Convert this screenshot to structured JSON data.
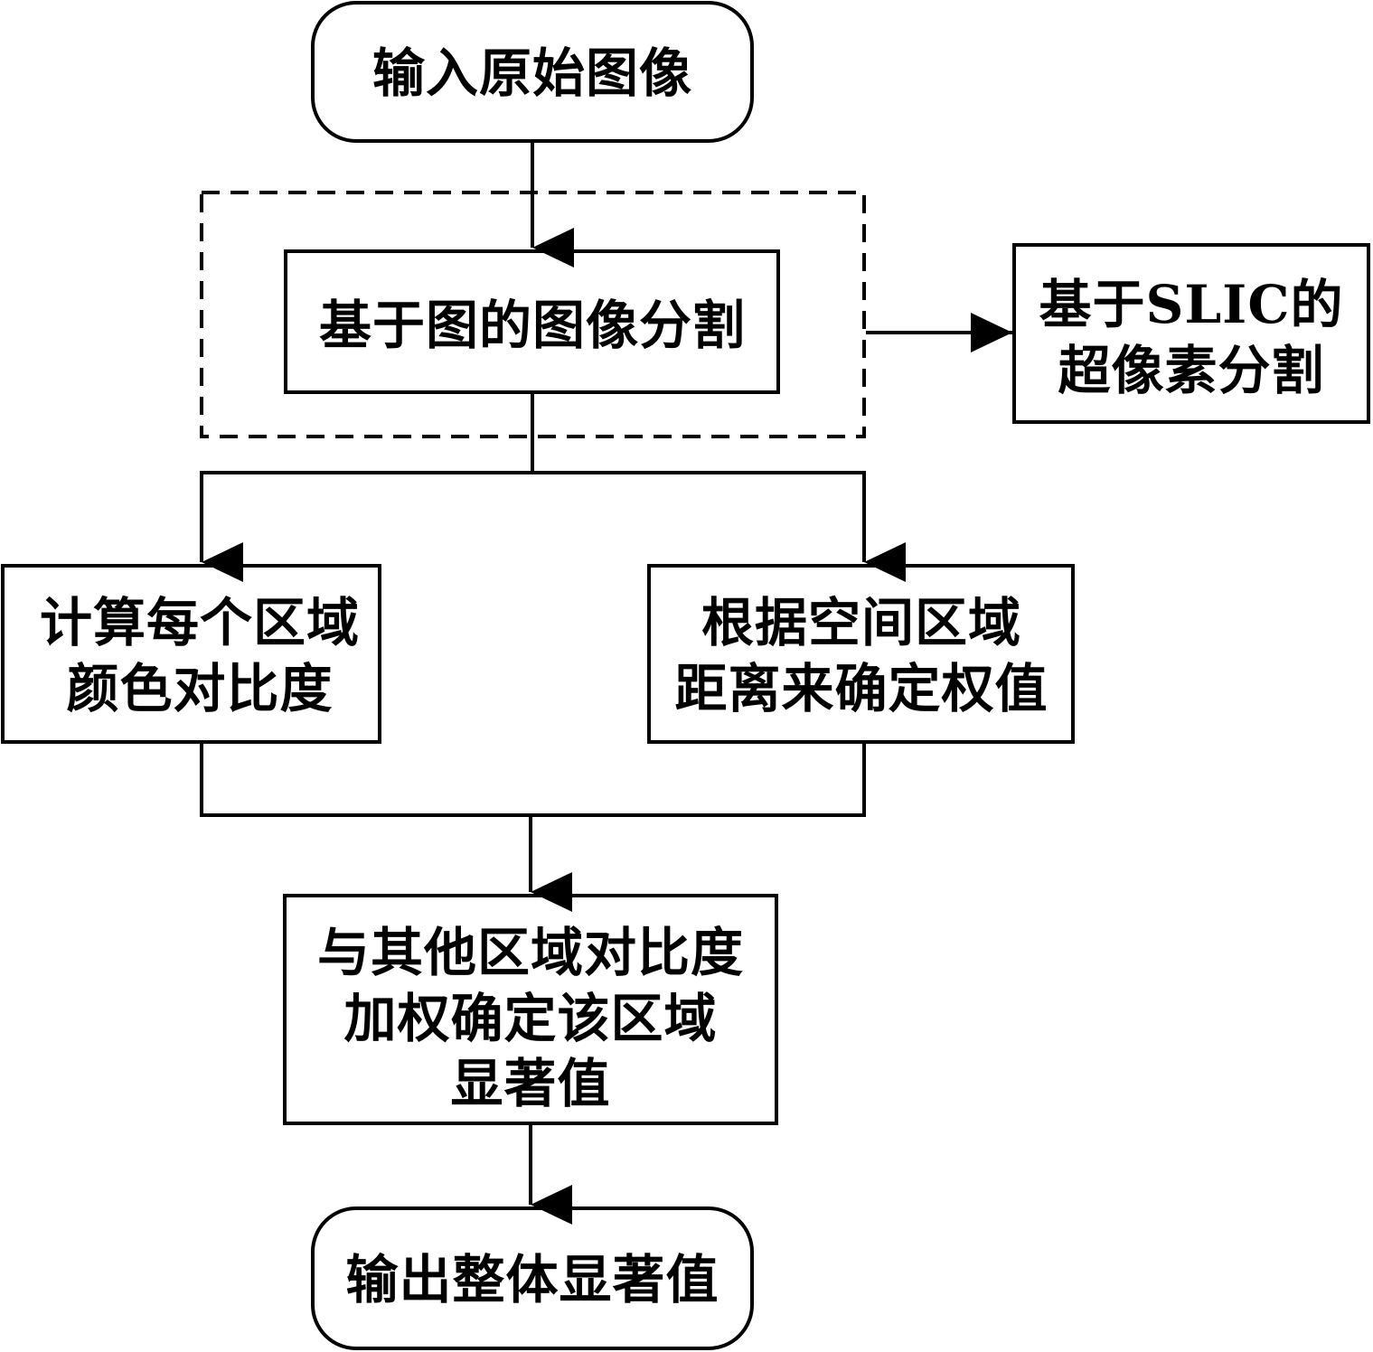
{
  "diagram": {
    "type": "flowchart",
    "colors": {
      "stroke": "#000000",
      "background": "#ffffff"
    },
    "nodes": {
      "start": {
        "shape": "rounded-rectangle",
        "lines": [
          "输入原始图像"
        ]
      },
      "graph_segmentation": {
        "shape": "rectangle",
        "lines": [
          "基于图的图像分割"
        ]
      },
      "slic_superpixel": {
        "shape": "rectangle",
        "lines": [
          "基于SLIC的",
          "超像素分割"
        ]
      },
      "color_contrast": {
        "shape": "rectangle",
        "lines": [
          "计算每个区域",
          "颜色对比度"
        ]
      },
      "spatial_weight": {
        "shape": "rectangle",
        "lines": [
          "根据空间区域",
          "距离来确定权值"
        ]
      },
      "region_saliency": {
        "shape": "rectangle",
        "lines": [
          "与其他区域对比度",
          "加权确定该区域",
          "显著值"
        ]
      },
      "output": {
        "shape": "rounded-rectangle",
        "lines": [
          "输出整体显著值"
        ]
      }
    },
    "groups": [
      {
        "id": "segmentation_group",
        "style": "dashed",
        "contains": [
          "graph_segmentation"
        ]
      }
    ],
    "edges": [
      {
        "from": "start",
        "to": "graph_segmentation"
      },
      {
        "from": "segmentation_group",
        "to": "slic_superpixel"
      },
      {
        "from": "graph_segmentation",
        "to": "color_contrast"
      },
      {
        "from": "graph_segmentation",
        "to": "spatial_weight"
      },
      {
        "from": "color_contrast",
        "to": "region_saliency"
      },
      {
        "from": "spatial_weight",
        "to": "region_saliency"
      },
      {
        "from": "region_saliency",
        "to": "output"
      }
    ]
  }
}
